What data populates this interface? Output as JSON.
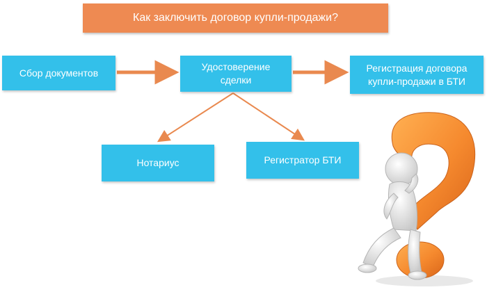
{
  "title": "Как заключить договор купли-продажи?",
  "nodes": {
    "collect": {
      "line1": "Сбор документов",
      "line2": ""
    },
    "certify": {
      "line1": "Удостоверение",
      "line2": "сделки"
    },
    "register": {
      "line1": "Регистрация договора",
      "line2": "купли-продажи в БТИ"
    },
    "notary": {
      "line1": "Нотариус",
      "line2": ""
    },
    "bti": {
      "line1": "Регистратор БТИ",
      "line2": ""
    }
  },
  "colors": {
    "title_bg": "#ee8a52",
    "box_bg": "#33c0ea",
    "arrow": "#e9894f",
    "question_mark": "#f5892e"
  },
  "illustration": "question-mark-person-icon"
}
